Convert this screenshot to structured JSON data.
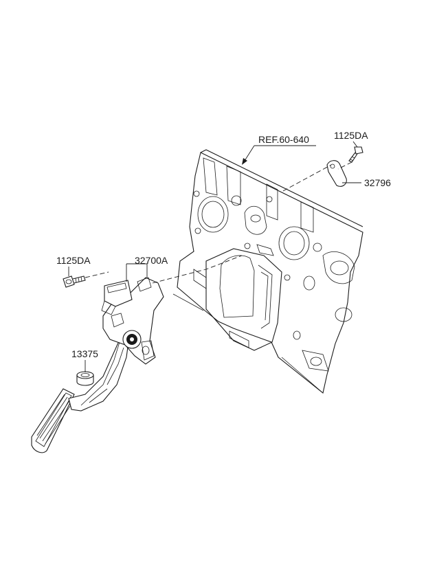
{
  "labels": {
    "ref": "REF.60-640",
    "bolt_top": "1125DA",
    "plate": "32796",
    "bolt_left": "1125DA",
    "pedal_assy": "32700A",
    "stopper": "13375"
  }
}
